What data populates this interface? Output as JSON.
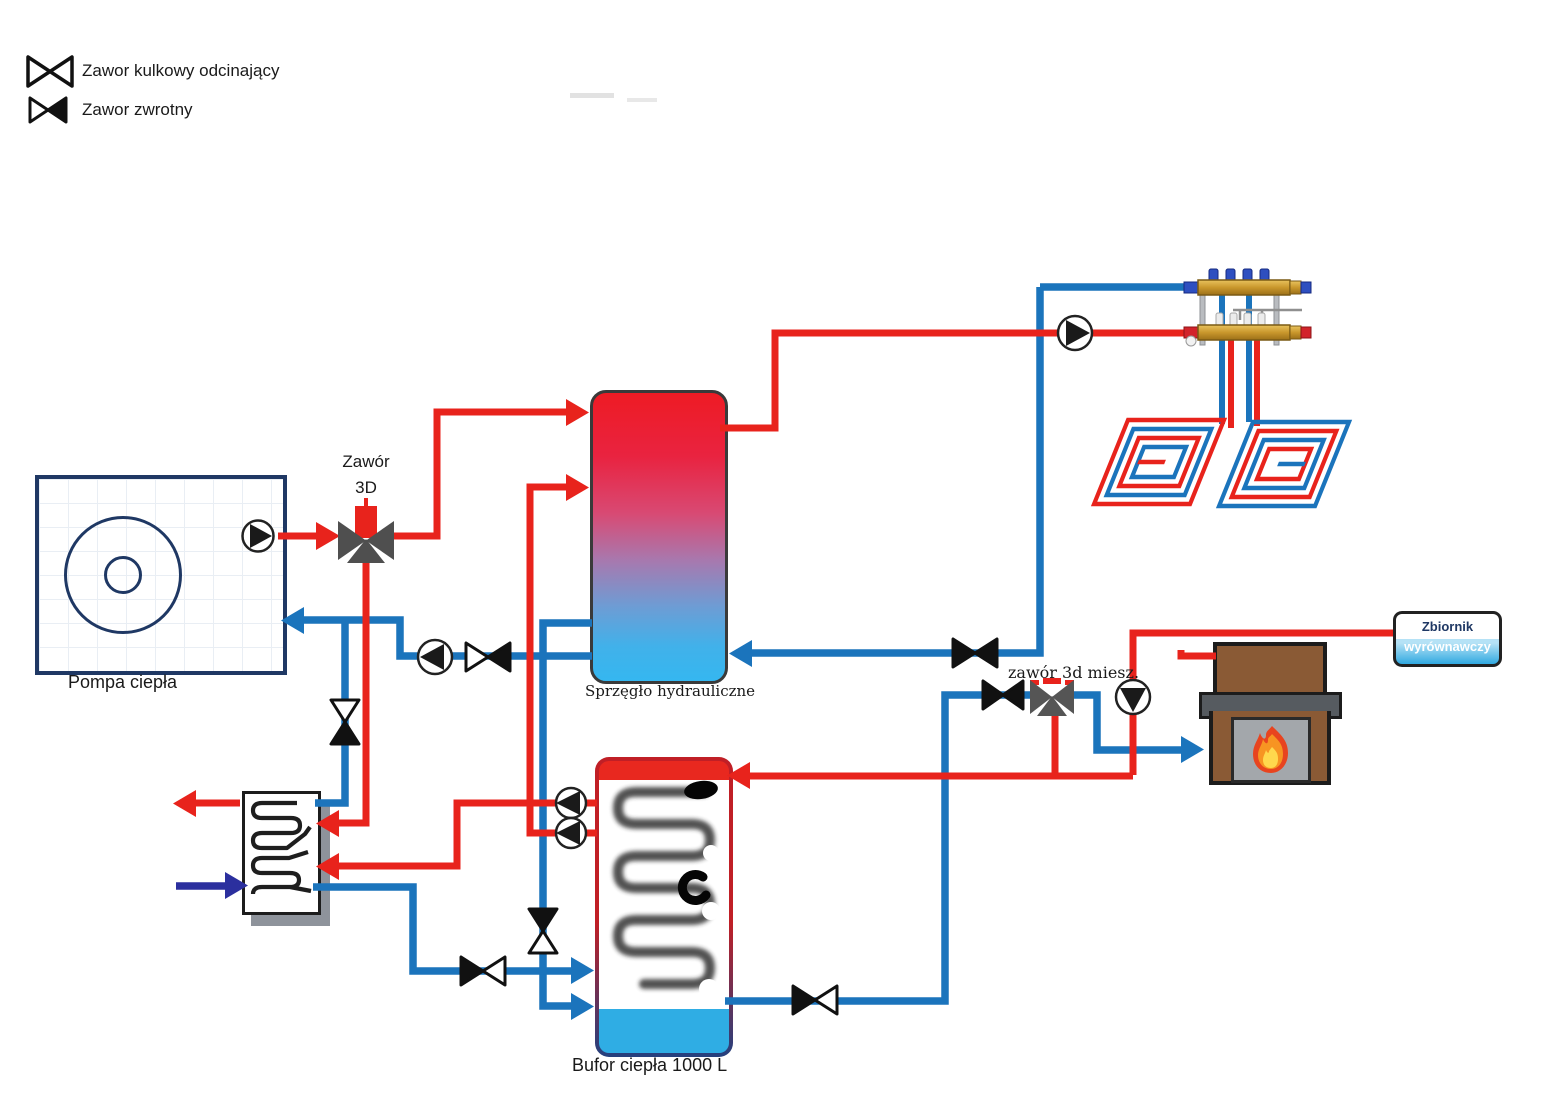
{
  "legend": {
    "items": [
      {
        "symbol": "ball-shutoff-valve-icon",
        "label": "Zawor kulkowy odcinający"
      },
      {
        "symbol": "check-valve-icon",
        "label": "Zawor zwrotny"
      }
    ]
  },
  "components": {
    "heat_pump": {
      "label": "Pompa ciepła"
    },
    "valve_3d": {
      "label_line1": "Zawór",
      "label_line2": "3D"
    },
    "hydraulic_separator": {
      "label": "Sprzęgło hydrauliczne"
    },
    "buffer_tank": {
      "label": "Bufor ciepła 1000 L"
    },
    "mixing_valve": {
      "label": "zawór 3d miesz."
    },
    "expansion_tank": {
      "label_line1": "Zbiornik",
      "label_line2": "wyrównawczy"
    }
  },
  "colors": {
    "hot_pipe": "#e8231c",
    "cold_pipe": "#1b74bc",
    "cold_water_inlet": "#2b2f9e",
    "valve_body_gray": "#4f4f4f",
    "brass_manifold": "#c9972c",
    "tank_hot": "#ee1b24",
    "tank_cold": "#35b7f0",
    "fireplace_brown": "#8a5a35"
  }
}
